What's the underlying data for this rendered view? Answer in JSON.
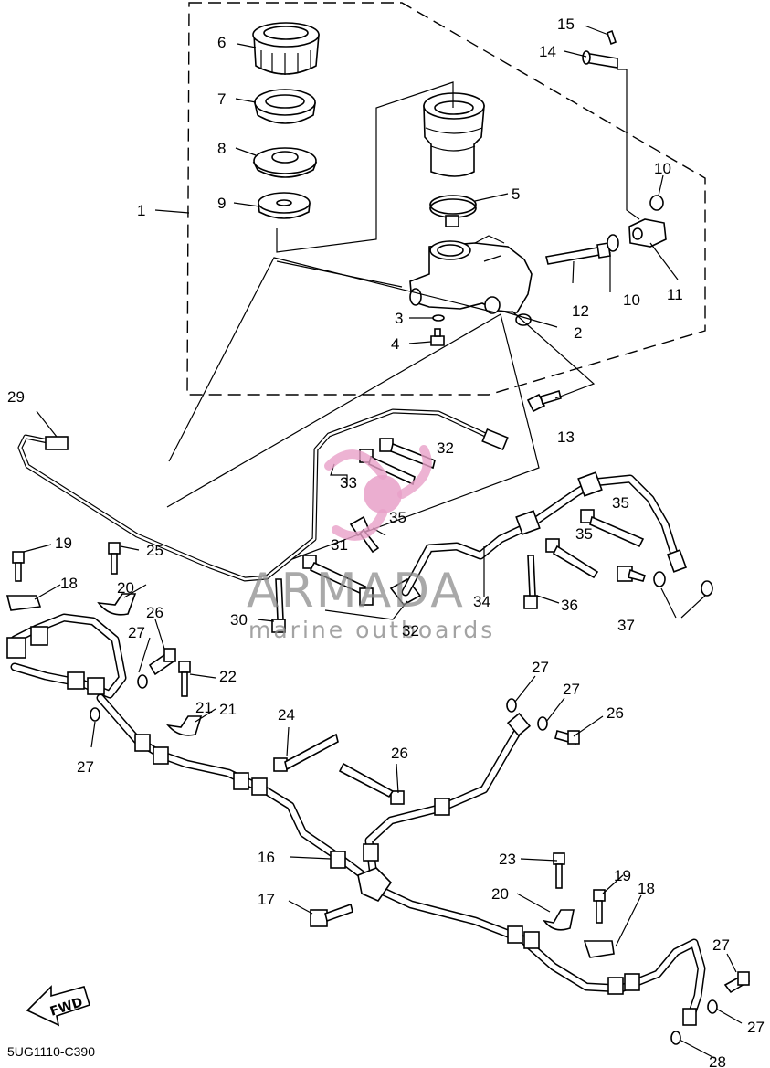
{
  "diagram_code": "5UG1110-C390",
  "fwd_label": "FWD",
  "watermark": {
    "brand": "ARMADA",
    "tagline": "marine outboards",
    "accent_color": "#e8a0c8"
  },
  "callouts": [
    "1",
    "2",
    "3",
    "4",
    "5",
    "6",
    "7",
    "8",
    "9",
    "10",
    "10",
    "11",
    "12",
    "13",
    "14",
    "15",
    "16",
    "17",
    "18",
    "18",
    "19",
    "19",
    "20",
    "20",
    "21",
    "21",
    "22",
    "23",
    "24",
    "25",
    "26",
    "26",
    "26",
    "27",
    "27",
    "27",
    "27",
    "27",
    "27",
    "28",
    "29",
    "30",
    "31",
    "32",
    "32",
    "33",
    "34",
    "35",
    "35",
    "35",
    "36",
    "37"
  ]
}
